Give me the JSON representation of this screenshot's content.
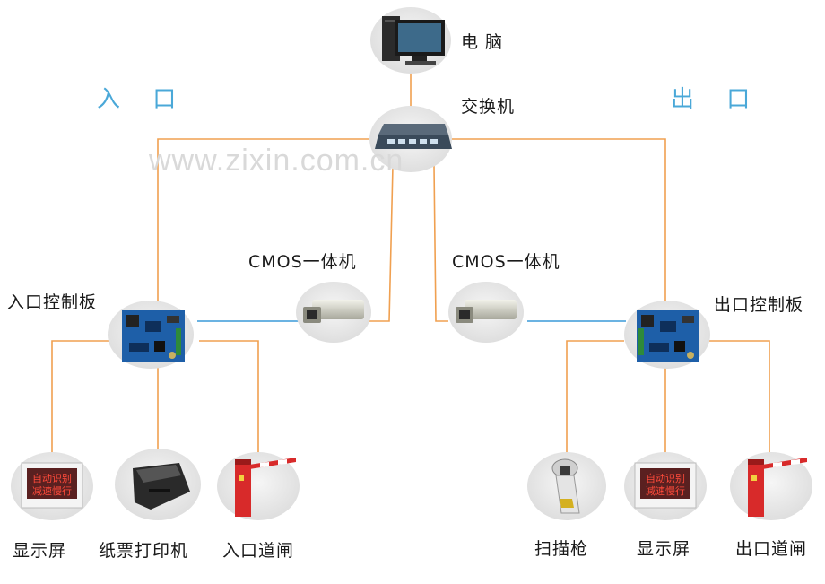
{
  "watermark": "www.zixin.com.cn",
  "zones": {
    "entrance": "入 口",
    "exit": "出 口"
  },
  "nodes": {
    "computer": "电 脑",
    "switch": "交换机",
    "cmos_left": "CMOS一体机",
    "cmos_right": "CMOS一体机",
    "entry_board": "入口控制板",
    "exit_board": "出口控制板",
    "display_left": "显示屏",
    "printer": "纸票打印机",
    "entry_gate": "入口道闸",
    "scanner": "扫描枪",
    "display_right": "显示屏",
    "exit_gate": "出口道闸"
  },
  "screen_text": {
    "line1": "自动识别",
    "line2": "减速慢行"
  },
  "colors": {
    "wire_orange": "#f0a050",
    "wire_blue": "#3a9ad9",
    "zone_blue": "#4aa8d8",
    "gate_red": "#d82a2a",
    "bubble": "#e8e8e8",
    "board_blue": "#1e5fa8"
  }
}
